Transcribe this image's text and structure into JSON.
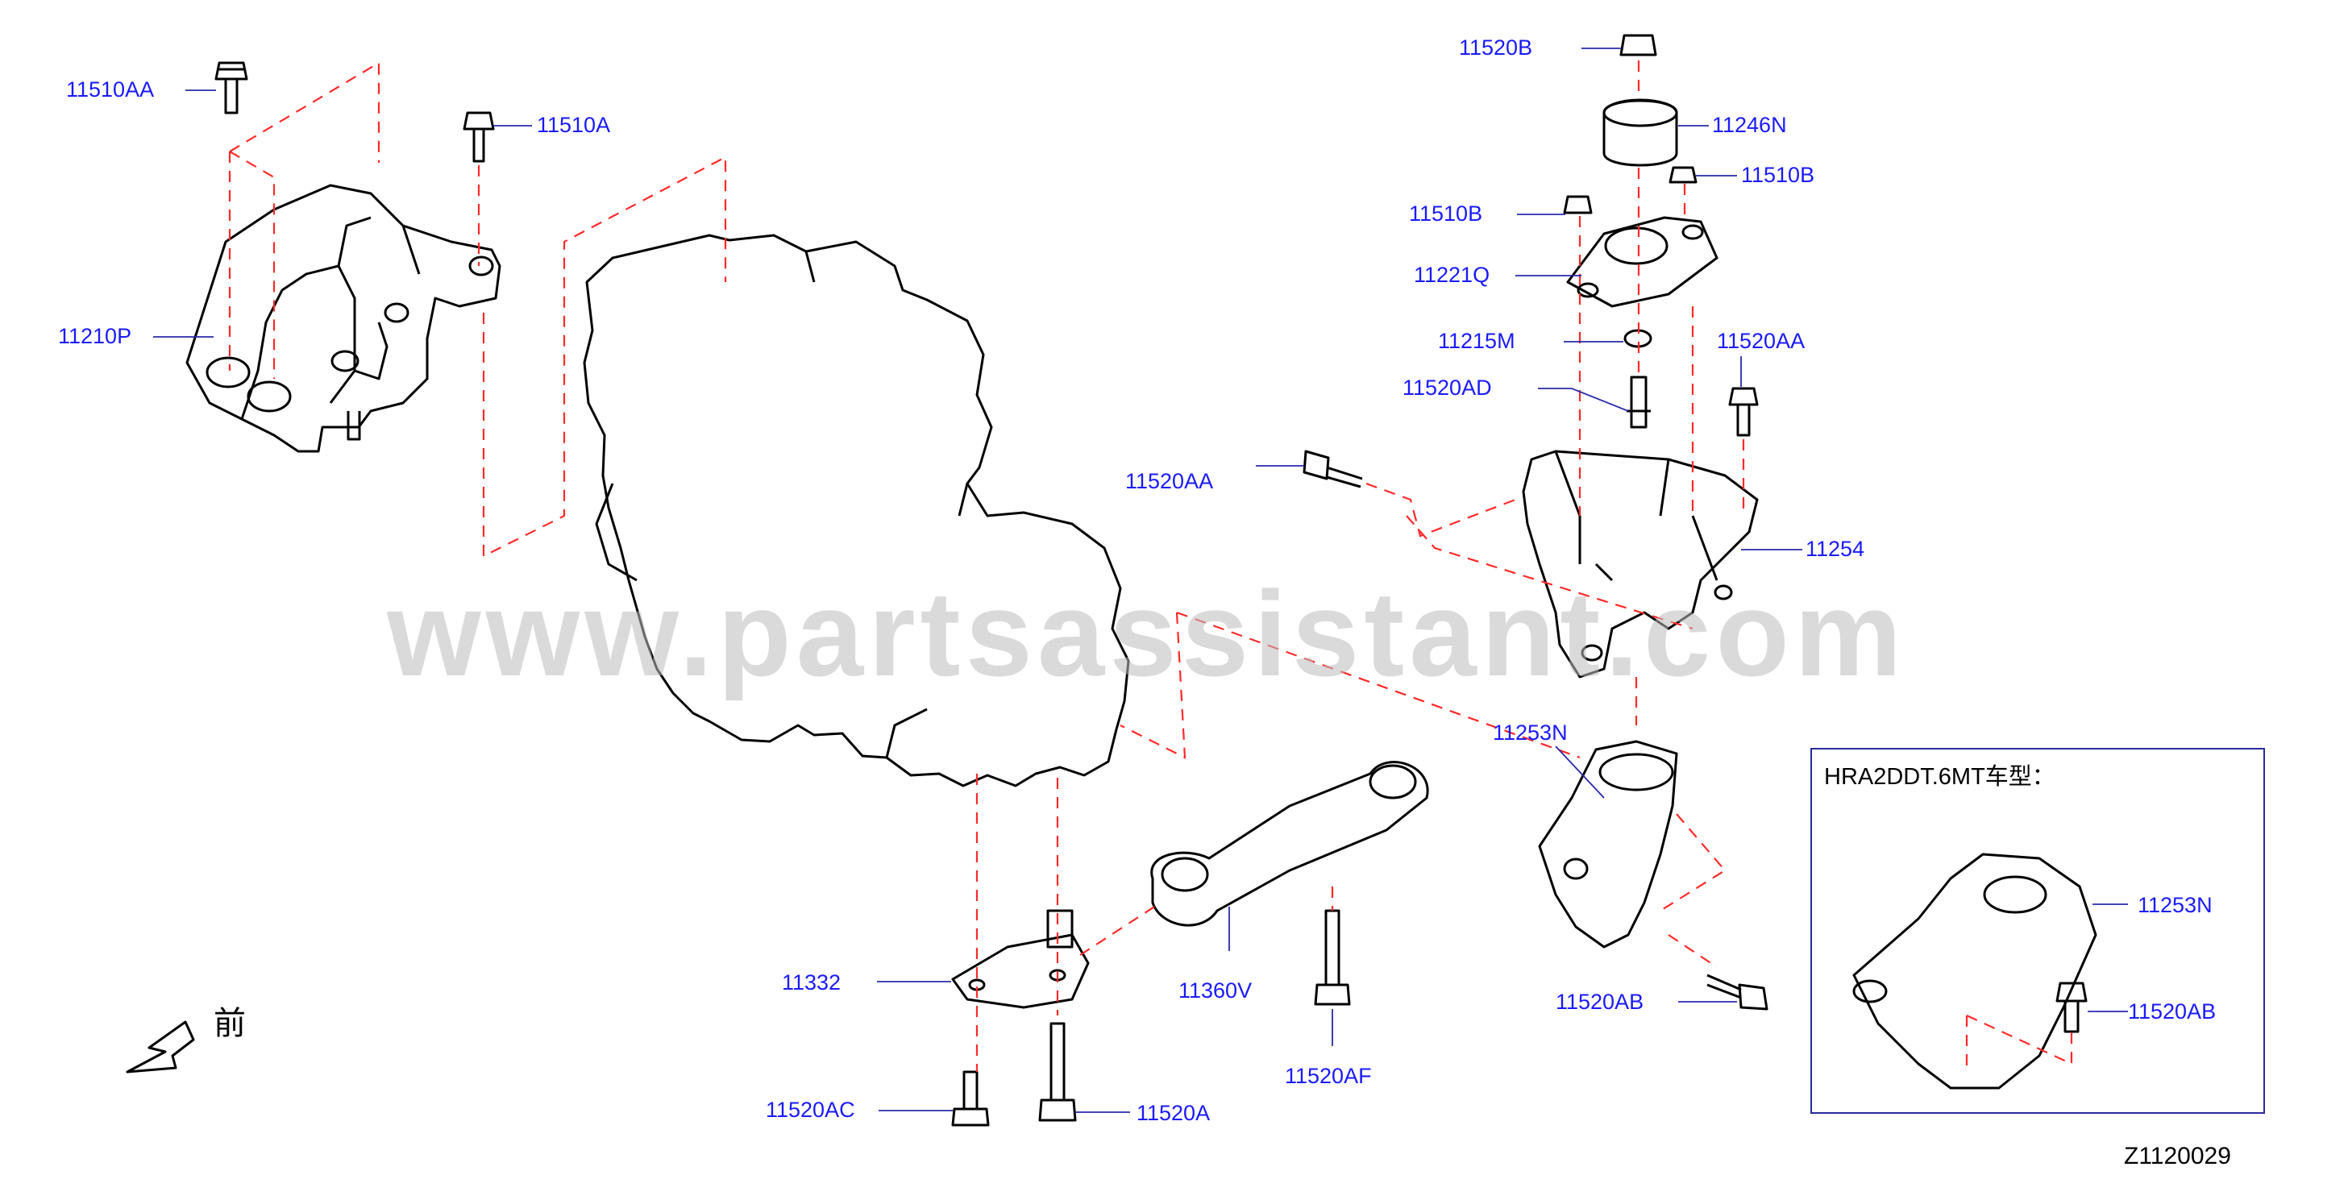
{
  "diagram": {
    "watermark": "www.partsassistant.com",
    "front_label": "前",
    "diagram_code": "Z1120029",
    "inset_title": "HRA2DDT.6MT车型：",
    "labels": {
      "p11510AA": "11510AA",
      "p11510A": "11510A",
      "p11210P": "11210P",
      "p11520B": "11520B",
      "p11246N": "11246N",
      "p11510B_right": "11510B",
      "p11510B_left": "11510B",
      "p11221Q": "11221Q",
      "p11215M": "11215M",
      "p11520AA_right": "11520AA",
      "p11520AD": "11520AD",
      "p11520AA_left": "11520AA",
      "p11254": "11254",
      "p11253N": "11253N",
      "p11520AB": "11520AB",
      "p11332": "11332",
      "p11360V": "11360V",
      "p11520AF": "11520AF",
      "p11520AC": "11520AC",
      "p11520A": "11520A",
      "inset_11253N": "11253N",
      "inset_11520AB": "11520AB"
    }
  }
}
